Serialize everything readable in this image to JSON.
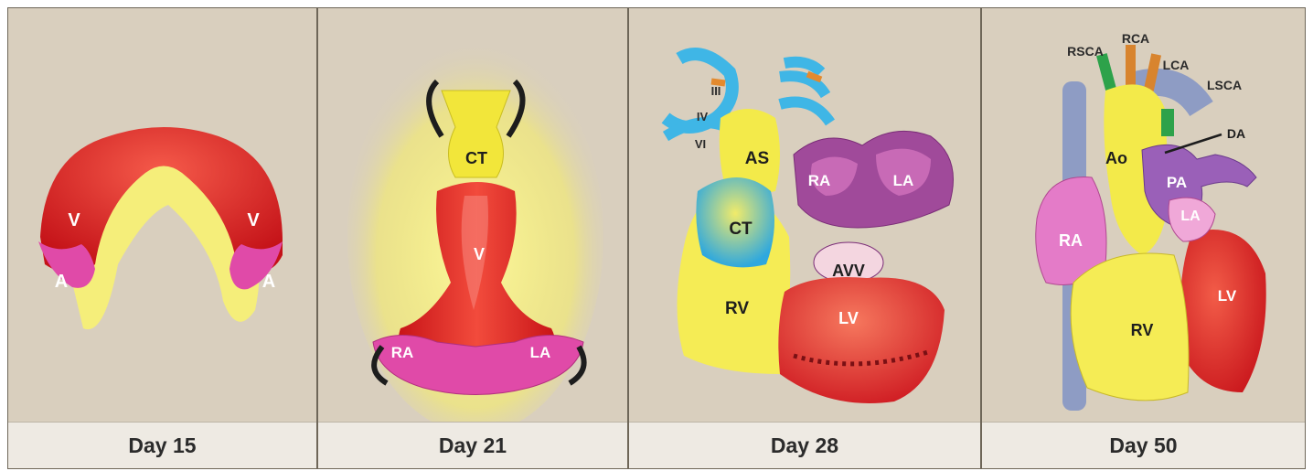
{
  "panels": [
    {
      "caption": "Day 15",
      "labels": {
        "v_left": "V",
        "v_right": "V",
        "a_left": "A",
        "a_right": "A"
      }
    },
    {
      "caption": "Day 21",
      "labels": {
        "ct": "CT",
        "v": "V",
        "ra": "RA",
        "la": "LA"
      }
    },
    {
      "caption": "Day 28",
      "labels": {
        "iii": "III",
        "iv": "IV",
        "vi": "VI",
        "as": "AS",
        "ct": "CT",
        "rv": "RV",
        "ra": "RA",
        "la": "LA",
        "avv": "AVV",
        "lv": "LV"
      }
    },
    {
      "caption": "Day 50",
      "labels": {
        "rsca": "RSCA",
        "rca": "RCA",
        "lca": "LCA",
        "lsca": "LSCA",
        "da": "DA",
        "ao": "Ao",
        "pa": "PA",
        "la": "LA",
        "ra": "RA",
        "lv": "LV",
        "rv": "RV"
      }
    }
  ],
  "colors": {
    "background": "#d9cfbe",
    "ventricle_red": "#e0262a",
    "atrium_pink": "#e04aa8",
    "yellow": "#f4ec5a",
    "cyan": "#3fb6e6",
    "purple": "#a04a9a",
    "vein_blue": "#8e9cc4"
  }
}
